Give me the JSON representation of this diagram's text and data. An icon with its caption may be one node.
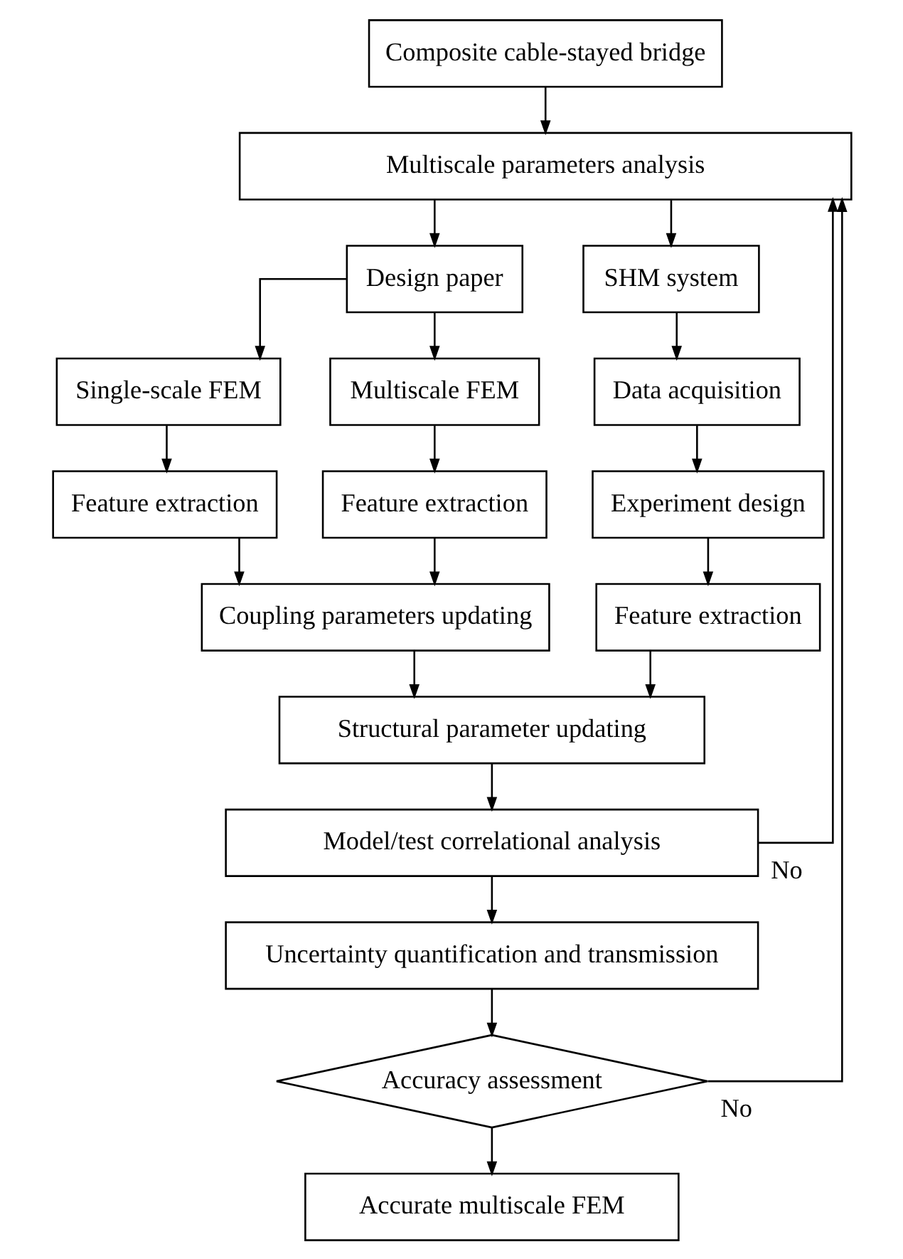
{
  "diagram": {
    "nodes": [
      {
        "text": [
          "Composite cable-stayed bridge"
        ]
      },
      {
        "text": [
          "Multiscale parameters analysis"
        ]
      },
      {
        "text": [
          "Design paper"
        ]
      },
      {
        "text": [
          "SHM system"
        ]
      },
      {
        "text": [
          "Single-scale FEM"
        ]
      },
      {
        "text": [
          "Multiscale FEM"
        ]
      },
      {
        "text": [
          "Data acquisition"
        ]
      },
      {
        "text": [
          "Feature extraction"
        ]
      },
      {
        "text": [
          "Feature extraction"
        ]
      },
      {
        "text": [
          "Experiment design"
        ]
      },
      {
        "text": [
          "Coupling parameters updating"
        ]
      },
      {
        "text": [
          "Feature extraction"
        ]
      },
      {
        "text": [
          "Structural parameter updating"
        ]
      },
      {
        "text": [
          "Model/test correlational analysis"
        ]
      },
      {
        "text": [
          "Uncertainty quantification and transmission"
        ]
      },
      {
        "text": [
          "Accuracy assessment"
        ]
      },
      {
        "text": [
          "Accurate multiscale FEM"
        ]
      }
    ],
    "edges": [
      {
        "from": 0,
        "to": 1,
        "arrow": "to"
      },
      {
        "from": 1,
        "to": 2,
        "arrow": "to"
      },
      {
        "from": 1,
        "to": 3,
        "arrow": "to"
      },
      {
        "from": 2,
        "to": 4,
        "arrow": "to"
      },
      {
        "from": 2,
        "to": 5,
        "arrow": "to"
      },
      {
        "from": 3,
        "to": 6,
        "arrow": "to"
      },
      {
        "from": 4,
        "to": 7,
        "arrow": "to"
      },
      {
        "from": 5,
        "to": 8,
        "arrow": "to"
      },
      {
        "from": 6,
        "to": 9,
        "arrow": "to"
      },
      {
        "from": 7,
        "to": 10,
        "arrow": "to"
      },
      {
        "from": 8,
        "to": 10,
        "arrow": "to"
      },
      {
        "from": 9,
        "to": 11,
        "arrow": "to"
      },
      {
        "from": 10,
        "to": 12,
        "arrow": "to"
      },
      {
        "from": 11,
        "to": 12,
        "arrow": "to"
      },
      {
        "from": 12,
        "to": 13,
        "arrow": "to"
      },
      {
        "from": 13,
        "to": 1,
        "arrow": "to",
        "label": "No"
      },
      {
        "from": 13,
        "to": 14,
        "arrow": "to"
      },
      {
        "from": 14,
        "to": 15,
        "arrow": "to"
      },
      {
        "from": 15,
        "to": 1,
        "arrow": "to",
        "label": "No"
      },
      {
        "from": 15,
        "to": 16,
        "arrow": "to"
      }
    ]
  }
}
